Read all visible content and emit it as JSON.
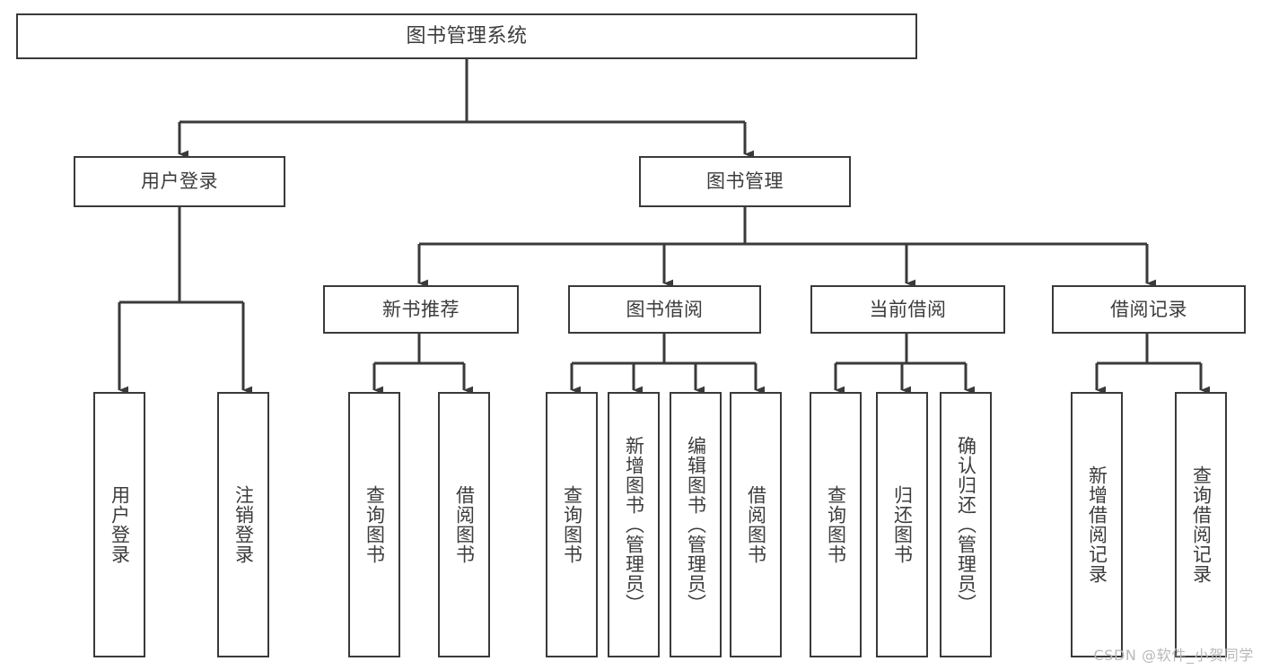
{
  "diagram": {
    "title": "图书管理系统",
    "type": "tree",
    "watermark": "CSDN @软件_小贺同学",
    "colors": {
      "stroke": "#3a3a3a",
      "text": "#3c3c3c",
      "background": "#ffffff",
      "watermark": "#b8b8b8"
    },
    "nodes": {
      "root": {
        "label": "图书管理系统"
      },
      "level2": [
        {
          "label": "用户登录"
        },
        {
          "label": "图书管理"
        }
      ],
      "level3": [
        {
          "label": "新书推荐"
        },
        {
          "label": "图书借阅"
        },
        {
          "label": "当前借阅"
        },
        {
          "label": "借阅记录"
        }
      ],
      "leaves": {
        "user_login": [
          {
            "label": "用户登录"
          },
          {
            "label": "注销登录"
          }
        ],
        "new_book_recommend": [
          {
            "label": "查询图书"
          },
          {
            "label": "借阅图书"
          }
        ],
        "book_borrow": [
          {
            "label": "查询图书"
          },
          {
            "label": "新增图书（管理员）"
          },
          {
            "label": "编辑图书（管理员）"
          },
          {
            "label": "借阅图书"
          }
        ],
        "current_borrow": [
          {
            "label": "查询图书"
          },
          {
            "label": "归还图书"
          },
          {
            "label": "确认归还（管理员）"
          }
        ],
        "borrow_record": [
          {
            "label": "新增借阅记录"
          },
          {
            "label": "查询借阅记录"
          }
        ]
      }
    }
  }
}
